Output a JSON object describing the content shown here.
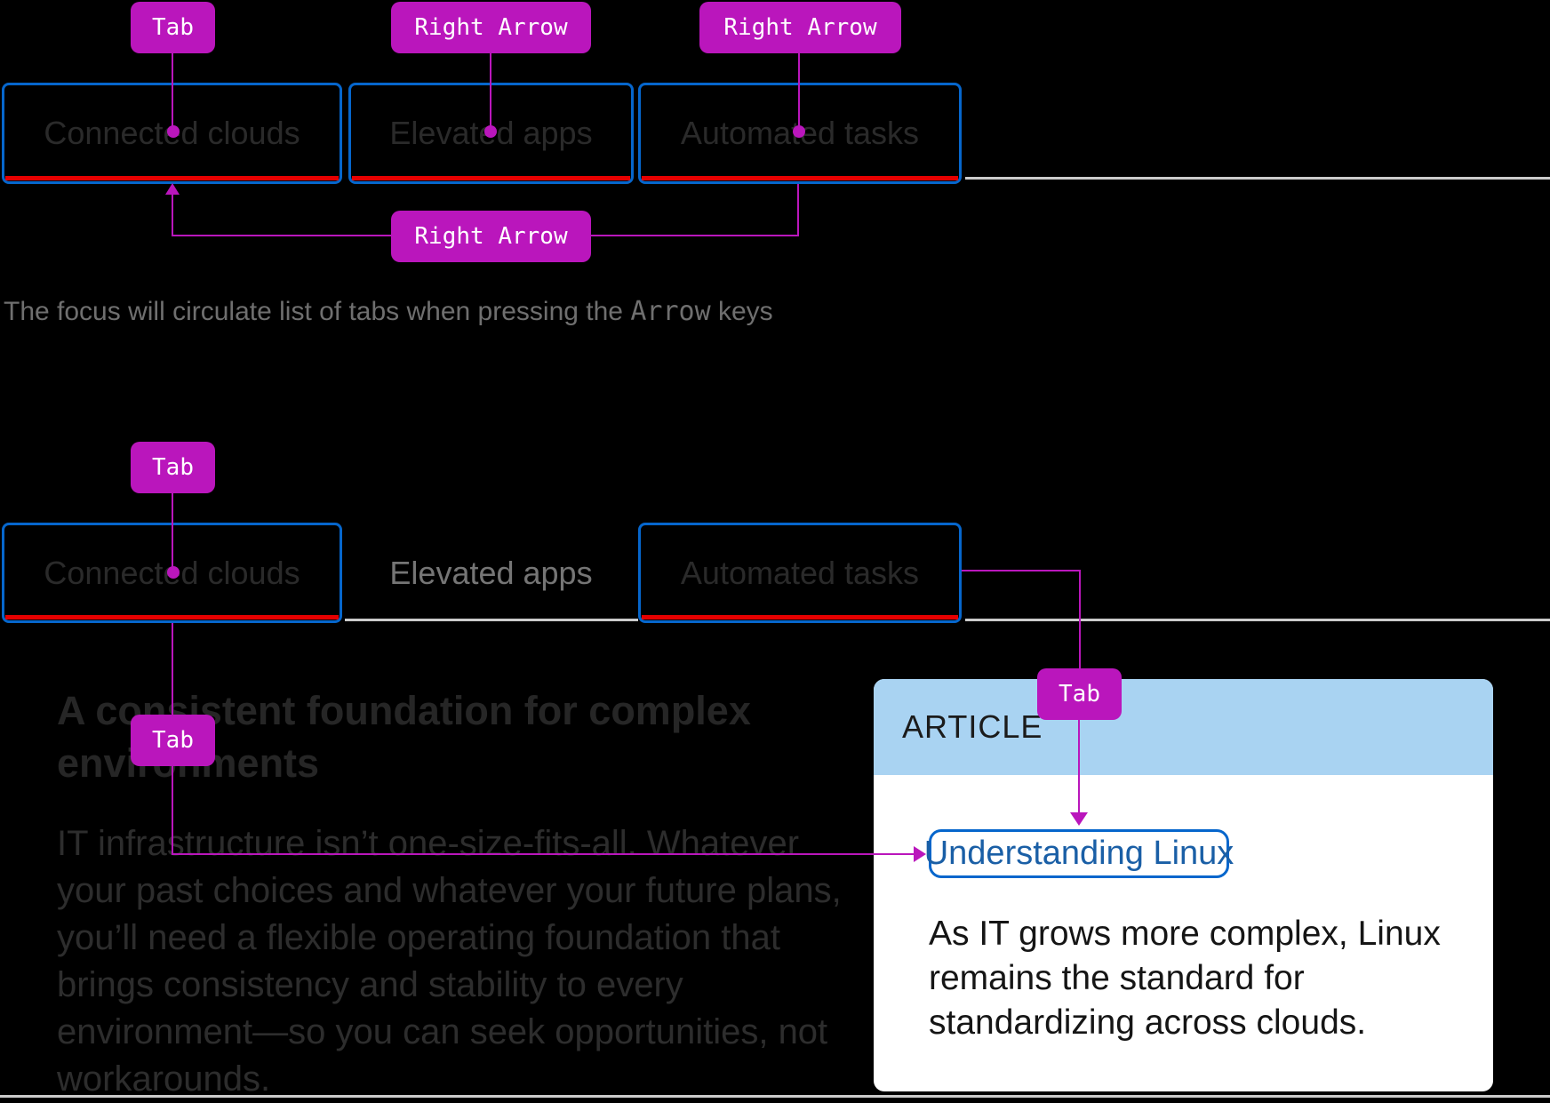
{
  "colors": {
    "background": "#000000",
    "annotation_magenta": "#BA16BC",
    "tab_border_blue": "#0666CC",
    "active_tab_underline_red": "#E60000",
    "dimmed_text": "#2A2A2A",
    "muted_text": "#757575",
    "separator_gray": "#CBCBCB",
    "card_header_blue": "#A9D3F2",
    "link_blue": "#1A5FA6"
  },
  "diagram1": {
    "key_tab": "Tab",
    "key_right_arrow_elevated": "Right Arrow",
    "key_right_arrow_automated": "Right Arrow",
    "key_right_arrow_circulate": "Right Arrow",
    "tabs": [
      "Connected clouds",
      "Elevated apps",
      "Automated tasks"
    ],
    "caption_before": "The focus will circulate list of tabs when pressing the ",
    "caption_key": "Arrow",
    "caption_after": " keys"
  },
  "diagram2": {
    "key_tab_first": "Tab",
    "key_tab_heading": "Tab",
    "key_tab_card": "Tab",
    "tabs": [
      "Connected clouds",
      "Elevated apps",
      "Automated tasks"
    ]
  },
  "content": {
    "heading_line1": "A consistent foundation for complex",
    "heading_line2": "environments",
    "paragraph_lines": [
      "IT infrastructure isn’t one-size-fits-all. Whatever",
      "your past choices and whatever your future plans,",
      "you’ll need a flexible operating foundation that",
      "brings consistency and stability to every",
      "environment—so you can seek opportunities, not",
      "workarounds."
    ]
  },
  "card": {
    "eyebrow": "ARTICLE",
    "link_label": "Understanding Linux",
    "body_lines": [
      "As IT grows more complex, Linux",
      "remains the standard for",
      "standardizing across clouds."
    ]
  }
}
